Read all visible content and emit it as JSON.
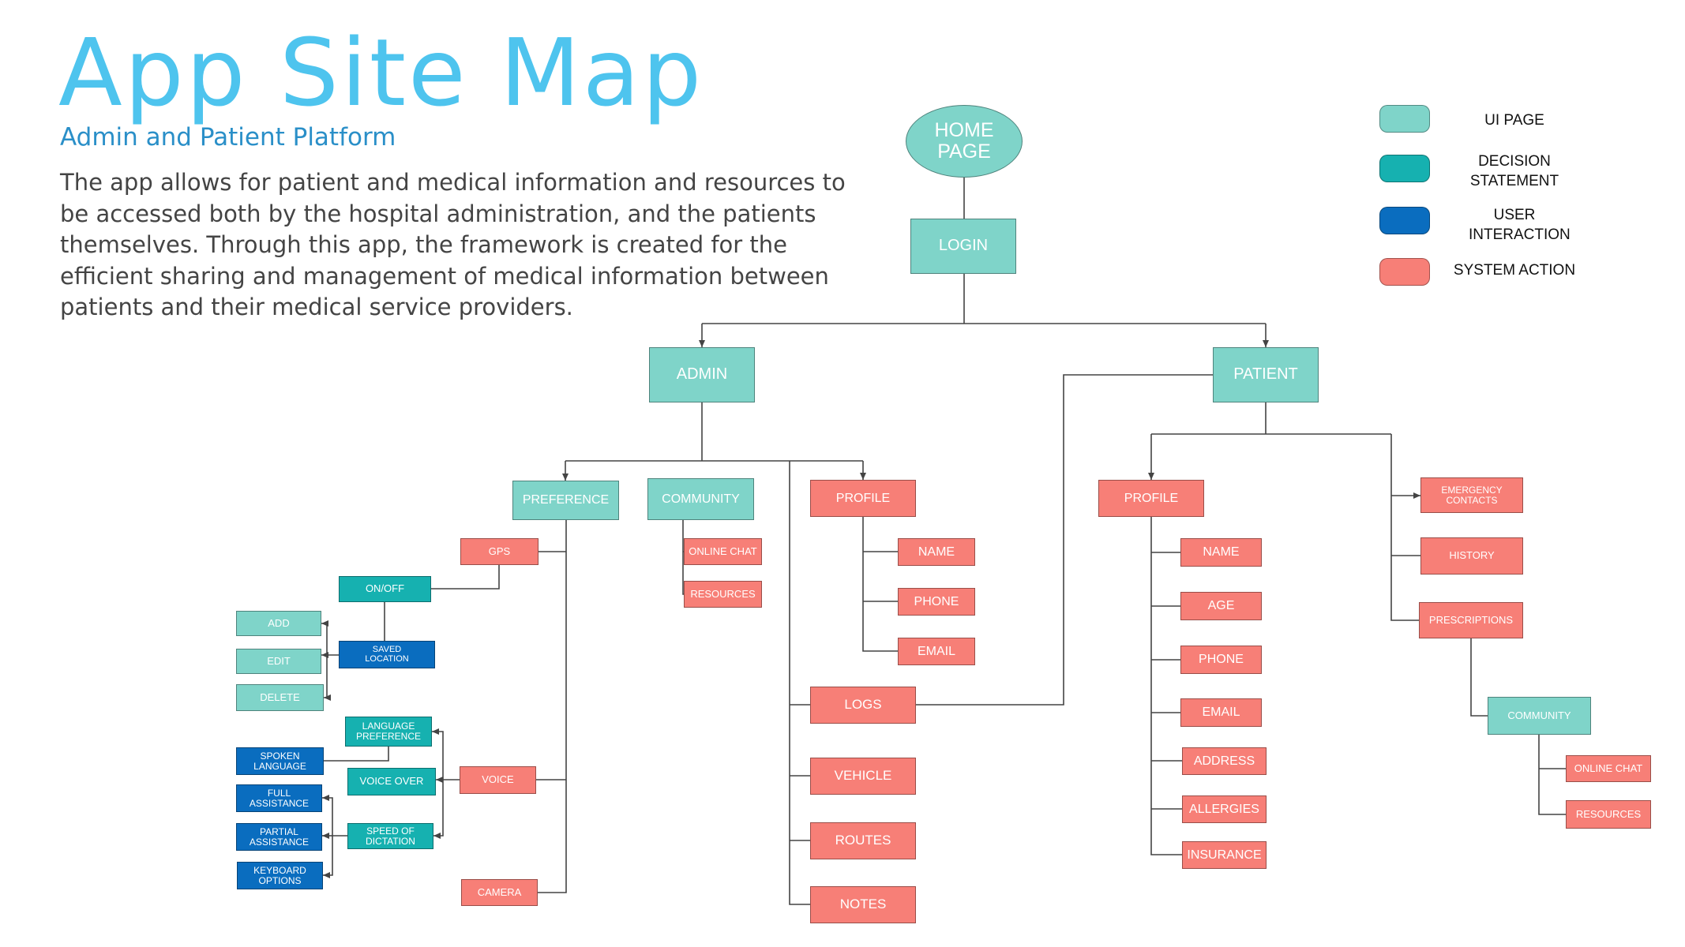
{
  "title": "App Site Map",
  "subtitle": "Admin and Patient Platform",
  "description": "The app allows for patient and medical information and resources to be accessed both by the hospital administration, and the patients themselves. Through this app, the framework is created for the efficient sharing and management of medical information between patients and their medical service providers.",
  "colors": {
    "title": "#4ec4ee",
    "subtitle": "#2a8fc8",
    "ui_page": "#7fd4c9",
    "decision_statement": "#16b1b0",
    "user_interaction": "#0a6dbf",
    "system_action": "#f77f77",
    "connector": "#444444"
  },
  "legend": [
    {
      "type": "ui",
      "label": "UI PAGE"
    },
    {
      "type": "decision",
      "label": "DECISION STATEMENT"
    },
    {
      "type": "user",
      "label": "USER INTERACTION"
    },
    {
      "type": "system",
      "label": "SYSTEM ACTION"
    }
  ],
  "nodes": {
    "home": {
      "label": "HOME PAGE",
      "type": "ui"
    },
    "login": {
      "label": "LOGIN",
      "type": "ui"
    },
    "admin": {
      "label": "ADMIN",
      "type": "ui"
    },
    "patient": {
      "label": "PATIENT",
      "type": "ui"
    },
    "preference": {
      "label": "PREFERENCE",
      "type": "ui"
    },
    "community": {
      "label": "COMMUNITY",
      "type": "ui"
    },
    "admin_profile": {
      "label": "PROFILE",
      "type": "system"
    },
    "gps": {
      "label": "GPS",
      "type": "system"
    },
    "onoff": {
      "label": "ON/OFF",
      "type": "decision"
    },
    "saved_location": {
      "label": "SAVED LOCATION",
      "type": "user"
    },
    "add": {
      "label": "ADD",
      "type": "ui"
    },
    "edit": {
      "label": "EDIT",
      "type": "ui"
    },
    "delete": {
      "label": "DELETE",
      "type": "ui"
    },
    "language_preference": {
      "label": "LANGUAGE PREFERENCE",
      "type": "decision"
    },
    "spoken_language": {
      "label": "SPOKEN LANGUAGE",
      "type": "user"
    },
    "voice_over": {
      "label": "VOICE OVER",
      "type": "decision"
    },
    "voice": {
      "label": "VOICE",
      "type": "system"
    },
    "full_assistance": {
      "label": "FULL ASSISTANCE",
      "type": "user"
    },
    "speed_of_dictation": {
      "label": "SPEED OF DICTATION",
      "type": "decision"
    },
    "partial_assistance": {
      "label": "PARTIAL ASSISTANCE",
      "type": "user"
    },
    "keyboard_options": {
      "label": "KEYBOARD OPTIONS",
      "type": "user"
    },
    "camera": {
      "label": "CAMERA",
      "type": "system"
    },
    "admin_online_chat": {
      "label": "ONLINE CHAT",
      "type": "system"
    },
    "admin_resources": {
      "label": "RESOURCES",
      "type": "system"
    },
    "admin_name": {
      "label": "NAME",
      "type": "system"
    },
    "admin_phone": {
      "label": "PHONE",
      "type": "system"
    },
    "admin_email": {
      "label": "EMAIL",
      "type": "system"
    },
    "logs": {
      "label": "LOGS",
      "type": "system"
    },
    "vehicle": {
      "label": "VEHICLE",
      "type": "system"
    },
    "routes": {
      "label": "ROUTES",
      "type": "system"
    },
    "notes": {
      "label": "NOTES",
      "type": "system"
    },
    "patient_profile": {
      "label": "PROFILE",
      "type": "system"
    },
    "patient_name": {
      "label": "NAME",
      "type": "system"
    },
    "age": {
      "label": "AGE",
      "type": "system"
    },
    "patient_phone": {
      "label": "PHONE",
      "type": "system"
    },
    "patient_email": {
      "label": "EMAIL",
      "type": "system"
    },
    "address": {
      "label": "ADDRESS",
      "type": "system"
    },
    "allergies": {
      "label": "ALLERGIES",
      "type": "system"
    },
    "insurance": {
      "label": "INSURANCE",
      "type": "system"
    },
    "emergency_contacts": {
      "label": "EMERGENCY CONTACTS",
      "type": "system"
    },
    "history": {
      "label": "HISTORY",
      "type": "system"
    },
    "prescriptions": {
      "label": "PRESCRIPTIONS",
      "type": "system"
    },
    "patient_community": {
      "label": "COMMUNITY",
      "type": "ui"
    },
    "patient_online_chat": {
      "label": "ONLINE CHAT",
      "type": "system"
    },
    "patient_resources": {
      "label": "RESOURCES",
      "type": "system"
    }
  }
}
